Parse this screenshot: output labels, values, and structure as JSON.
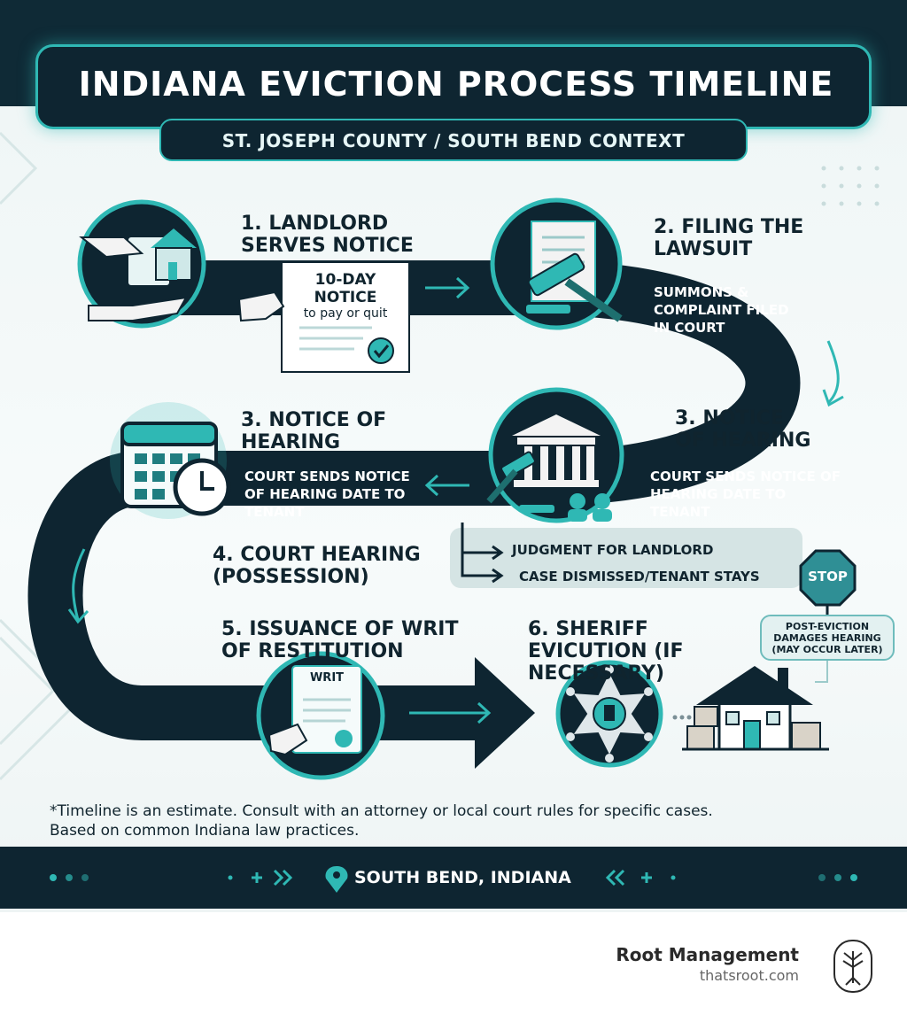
{
  "header": {
    "title": "INDIANA EVICTION PROCESS TIMELINE",
    "subtitle": "ST. JOSEPH COUNTY / SOUTH BEND CONTEXT"
  },
  "steps": {
    "s1_title": "1. LANDLORD SERVES NOTICE",
    "s1_doc_line1": "10-DAY",
    "s1_doc_line2": "NOTICE",
    "s1_doc_line3": "to pay or quit",
    "s2_title": "2. FILING THE LAWSUIT",
    "s2_desc": "SUMMONS & COMPLAINT FILED IN COURT",
    "s3_title": "3. NOTICE OF HEARING",
    "s3_desc": "COURT SENDS NOTICE OF HEARING DATE TO TENANT",
    "s3_left_title": "3. NOTICE OF HEARING",
    "s3_left_desc": "COURT SENDS NOTICE OF HEARING DATE TO TENANT",
    "s4_title": "4. COURT HEARING (POSSESSION)",
    "outcome_1": "JUDGMENT FOR LANDLORD",
    "outcome_2": "CASE DISMISSED/TENANT STAYS",
    "stop_sign": "STOP",
    "s5_title": "5. ISSUANCE OF WRIT OF RESTITUTION",
    "writ_label": "WRIT",
    "s6_title": "6. SHERIFF EVICUTION (IF NECESSARY)",
    "post_eviction": "POST-EVICTION DAMAGES HEARING (MAY OCCUR LATER)"
  },
  "footnote": {
    "line1": "*Timeline is an estimate. Consult with an attorney or local court rules for specific cases.",
    "line2": "Based on common Indiana law practices."
  },
  "bottom_bar": {
    "location": "SOUTH BEND, INDIANA",
    "pin_icon": "map-pin-icon"
  },
  "brand": {
    "name": "Root Management",
    "url": "thatsroot.com",
    "logo_icon": "tree-icon"
  },
  "colors": {
    "navy": "#0e2531",
    "teal": "#2fb8b4",
    "background": "#eef5f5"
  }
}
